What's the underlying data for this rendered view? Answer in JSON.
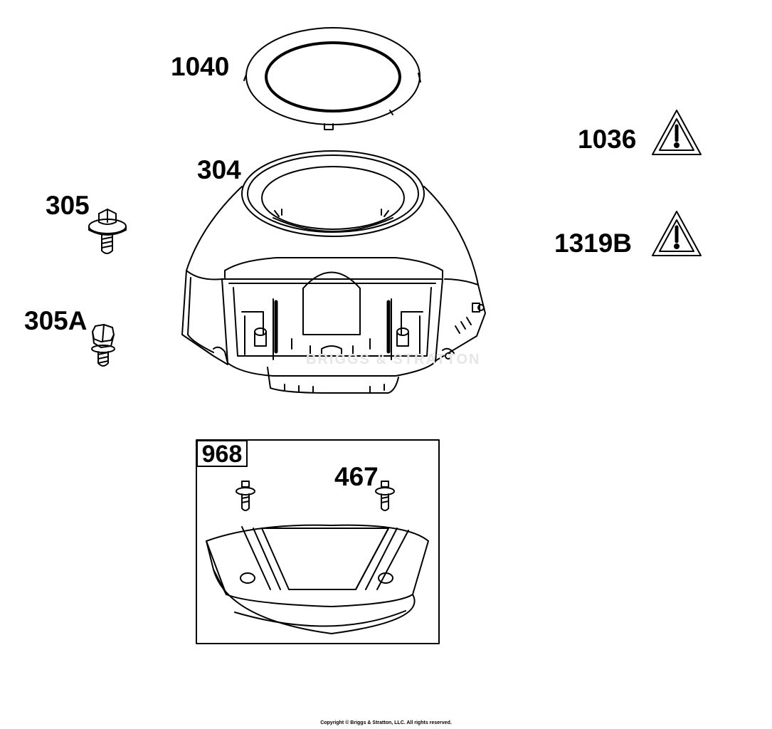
{
  "parts": {
    "p1040": "1040",
    "p304": "304",
    "p305": "305",
    "p305a": "305A",
    "p1036": "1036",
    "p1319b": "1319B",
    "p968": "968",
    "p467": "467"
  },
  "watermark": "BRIGGS & STRATTON",
  "copyright": "Copyright © Briggs & Stratton, LLC. All rights reserved.",
  "icons": {
    "warning": "warning-triangle-icon"
  }
}
